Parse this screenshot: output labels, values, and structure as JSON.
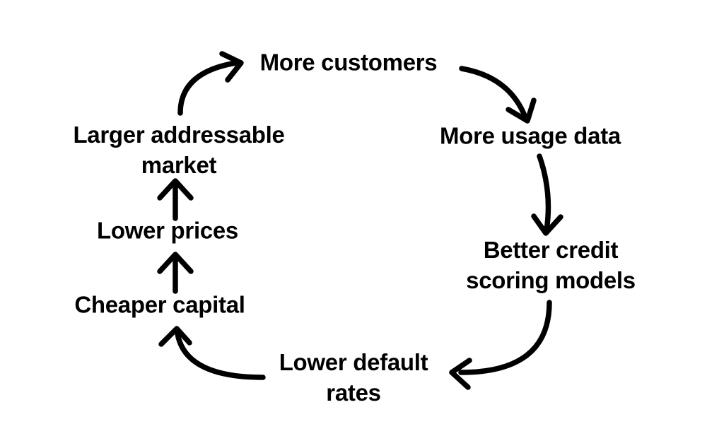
{
  "page": {
    "background_color": "#ffffff",
    "ink_color": "#000000"
  },
  "diagram": {
    "type": "virtuous-cycle-flywheel",
    "nodes": [
      {
        "id": "more-customers",
        "label": "More customers"
      },
      {
        "id": "more-usage-data",
        "label": "More usage data"
      },
      {
        "id": "better-credit-scoring-models",
        "label": "Better credit scoring models"
      },
      {
        "id": "lower-default-rates",
        "label": "Lower default rates"
      },
      {
        "id": "cheaper-capital",
        "label": "Cheaper capital"
      },
      {
        "id": "lower-prices",
        "label": "Lower prices"
      },
      {
        "id": "larger-addressable-market",
        "label": "Larger addressable market"
      }
    ],
    "edges": [
      {
        "from": "larger-addressable-market",
        "to": "more-customers",
        "style": "curved"
      },
      {
        "from": "more-customers",
        "to": "more-usage-data",
        "style": "curved"
      },
      {
        "from": "more-usage-data",
        "to": "better-credit-scoring-models",
        "style": "curved"
      },
      {
        "from": "better-credit-scoring-models",
        "to": "lower-default-rates",
        "style": "curved"
      },
      {
        "from": "lower-default-rates",
        "to": "cheaper-capital",
        "style": "curved"
      },
      {
        "from": "cheaper-capital",
        "to": "lower-prices",
        "style": "straight"
      },
      {
        "from": "lower-prices",
        "to": "larger-addressable-market",
        "style": "straight"
      }
    ]
  }
}
